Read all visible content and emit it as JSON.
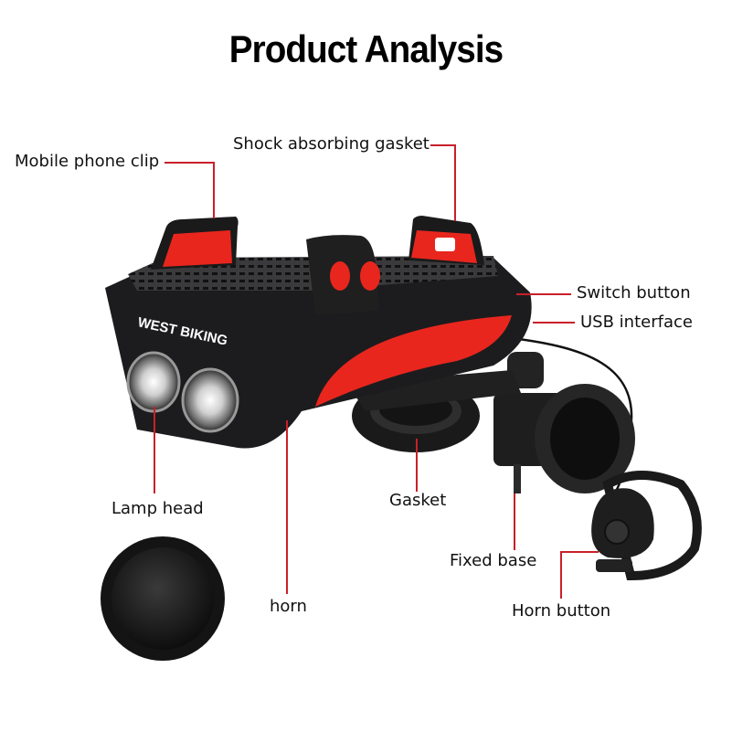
{
  "title": "Product Analysis",
  "brand": "WEST BIKING",
  "accent_color": "#c8202a",
  "labels": {
    "mobile_phone_clip": "Mobile phone clip",
    "shock_absorbing_gasket": "Shock absorbing gasket",
    "switch_button": "Switch button",
    "usb_interface": "USB interface",
    "lamp_head": "Lamp head",
    "gasket": "Gasket",
    "fixed_base": "Fixed base",
    "horn": "horn",
    "horn_button": "Horn button"
  },
  "colors": {
    "body": "#1c1c1e",
    "red": "#e8261e",
    "leader": "#c8202a"
  }
}
